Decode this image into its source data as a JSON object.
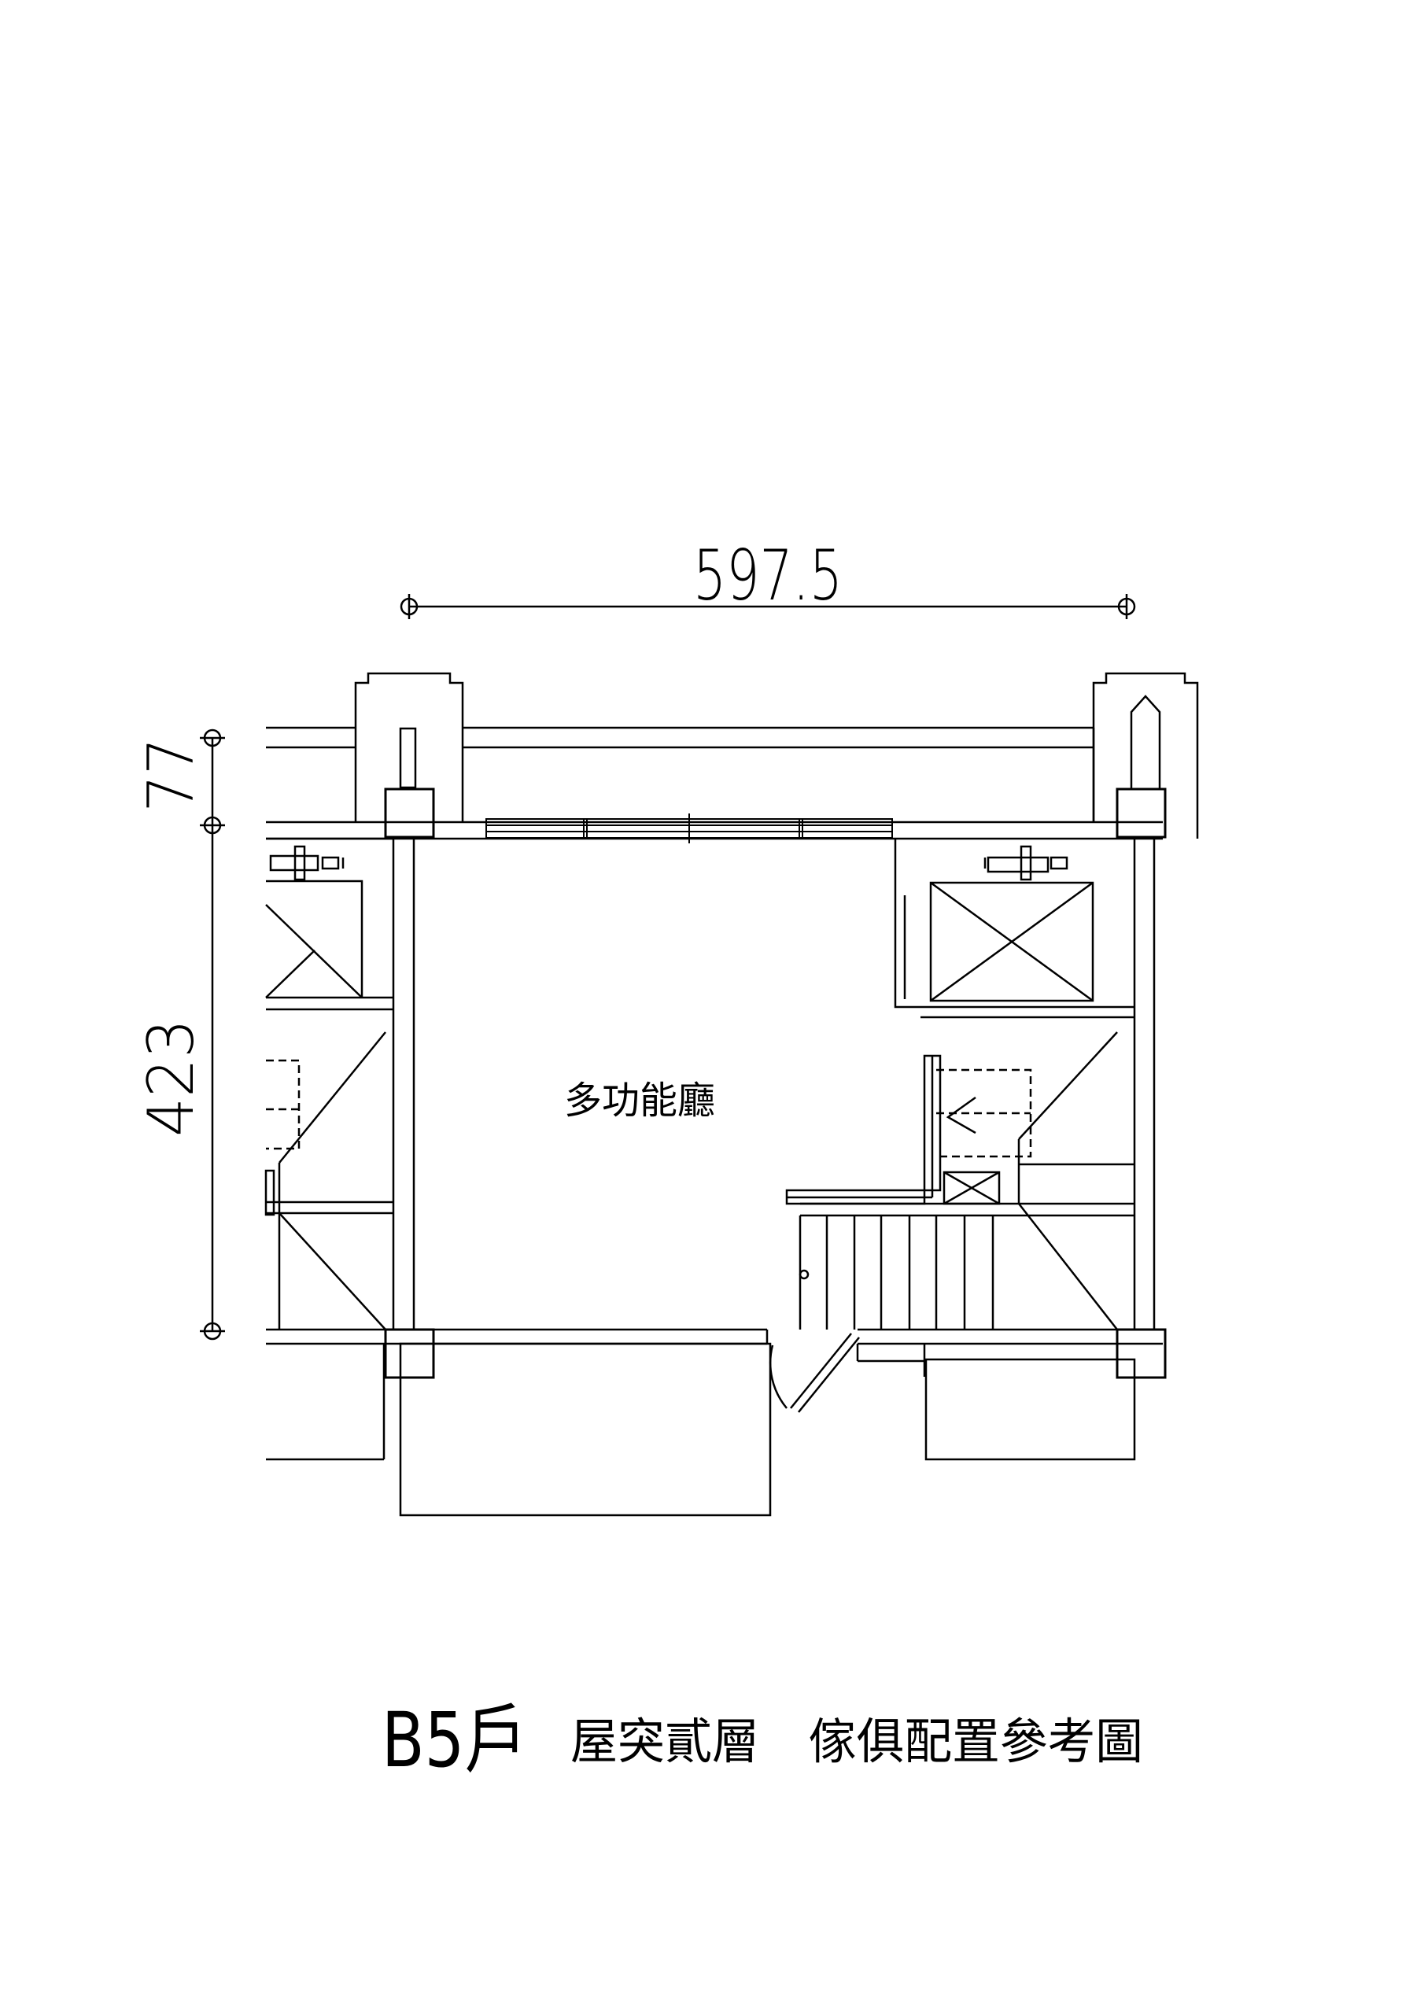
{
  "drawing": {
    "dimensions": {
      "top_width": "597.5",
      "left_upper": "77",
      "left_lower": "423"
    },
    "room_label": "多功能廳",
    "title": {
      "unit": "B5戶",
      "floor": "屋突貳層",
      "caption": "傢俱配置參考圖"
    },
    "line_color": "#000000",
    "background": "#ffffff"
  }
}
